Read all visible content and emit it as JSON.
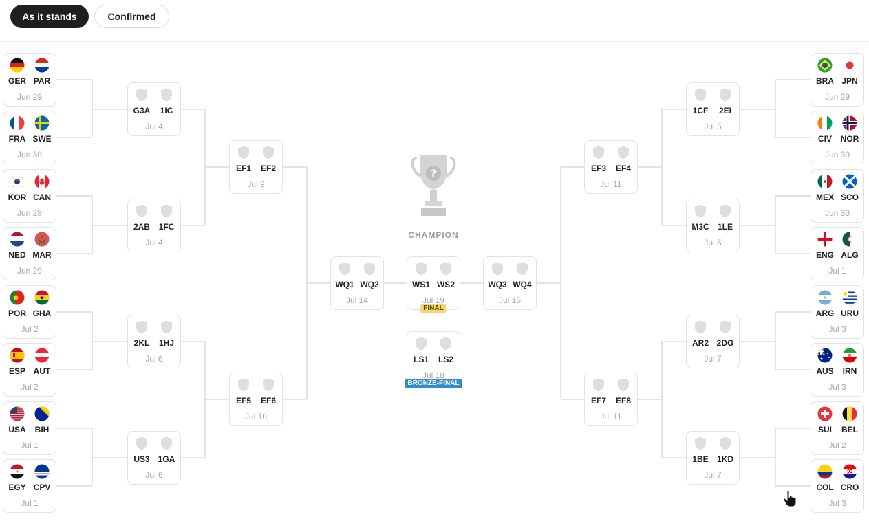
{
  "tabs": [
    {
      "label": "As it stands",
      "active": true
    },
    {
      "label": "Confirmed",
      "active": false
    }
  ],
  "champion_label": "CHAMPION",
  "colors": {
    "final_badge": "#f5d66b",
    "bronze_badge": "#2f8ccd",
    "line": "#dcdcdc"
  },
  "matches": {
    "r32_l1": {
      "a": "GER",
      "b": "PAR",
      "fa": "de",
      "fb": "py",
      "date": "Jun 29"
    },
    "r32_l2": {
      "a": "FRA",
      "b": "SWE",
      "fa": "fr",
      "fb": "se",
      "date": "Jun 30"
    },
    "r32_l3": {
      "a": "KOR",
      "b": "CAN",
      "fa": "kr",
      "fb": "ca",
      "date": "Jun 28"
    },
    "r32_l4": {
      "a": "NED",
      "b": "MAR",
      "fa": "nl",
      "fb": "ma",
      "date": "Jun 29"
    },
    "r32_l5": {
      "a": "POR",
      "b": "GHA",
      "fa": "pt",
      "fb": "gh",
      "date": "Jul 2"
    },
    "r32_l6": {
      "a": "ESP",
      "b": "AUT",
      "fa": "es",
      "fb": "at",
      "date": "Jul 2"
    },
    "r32_l7": {
      "a": "USA",
      "b": "BIH",
      "fa": "us",
      "fb": "ba",
      "date": "Jul 1"
    },
    "r32_l8": {
      "a": "EGY",
      "b": "CPV",
      "fa": "eg",
      "fb": "cv",
      "date": "Jul 1"
    },
    "r16_l1": {
      "a": "G3A",
      "b": "1IC",
      "date": "Jul 4"
    },
    "r16_l2": {
      "a": "2AB",
      "b": "1FC",
      "date": "Jul 4"
    },
    "r16_l3": {
      "a": "2KL",
      "b": "1HJ",
      "date": "Jul 6"
    },
    "r16_l4": {
      "a": "US3",
      "b": "1GA",
      "date": "Jul 6"
    },
    "qf_l1": {
      "a": "EF1",
      "b": "EF2",
      "date": "Jul 9"
    },
    "qf_l2": {
      "a": "EF5",
      "b": "EF6",
      "date": "Jul 10"
    },
    "sf_l": {
      "a": "WQ1",
      "b": "WQ2",
      "date": "Jul 14"
    },
    "final": {
      "a": "WS1",
      "b": "WS2",
      "date": "Jul 19",
      "tag": "FINAL"
    },
    "bronze": {
      "a": "LS1",
      "b": "LS2",
      "date": "Jul 18",
      "tag": "BRONZE-FINAL"
    },
    "sf_r": {
      "a": "WQ3",
      "b": "WQ4",
      "date": "Jul 15"
    },
    "qf_r1": {
      "a": "EF3",
      "b": "EF4",
      "date": "Jul 11"
    },
    "qf_r2": {
      "a": "EF7",
      "b": "EF8",
      "date": "Jul 11"
    },
    "r16_r1": {
      "a": "1CF",
      "b": "2EI",
      "date": "Jul 5"
    },
    "r16_r2": {
      "a": "M3C",
      "b": "1LE",
      "date": "Jul 5"
    },
    "r16_r3": {
      "a": "AR2",
      "b": "2DG",
      "date": "Jul 7"
    },
    "r16_r4": {
      "a": "1BE",
      "b": "1KD",
      "date": "Jul 7"
    },
    "r32_r1": {
      "a": "BRA",
      "b": "JPN",
      "fa": "br",
      "fb": "jp",
      "date": "Jun 29"
    },
    "r32_r2": {
      "a": "CIV",
      "b": "NOR",
      "fa": "ci",
      "fb": "no",
      "date": "Jun 30"
    },
    "r32_r3": {
      "a": "MEX",
      "b": "SCO",
      "fa": "mx",
      "fb": "sco",
      "date": "Jun 30"
    },
    "r32_r4": {
      "a": "ENG",
      "b": "ALG",
      "fa": "eng",
      "fb": "dz",
      "date": "Jul 1"
    },
    "r32_r5": {
      "a": "ARG",
      "b": "URU",
      "fa": "ar",
      "fb": "uy",
      "date": "Jul 3"
    },
    "r32_r6": {
      "a": "AUS",
      "b": "IRN",
      "fa": "au",
      "fb": "ir",
      "date": "Jul 3"
    },
    "r32_r7": {
      "a": "SUI",
      "b": "BEL",
      "fa": "ch",
      "fb": "be",
      "date": "Jul 2"
    },
    "r32_r8": {
      "a": "COL",
      "b": "CRO",
      "fa": "co",
      "fb": "hr",
      "date": "Jul 3"
    }
  }
}
